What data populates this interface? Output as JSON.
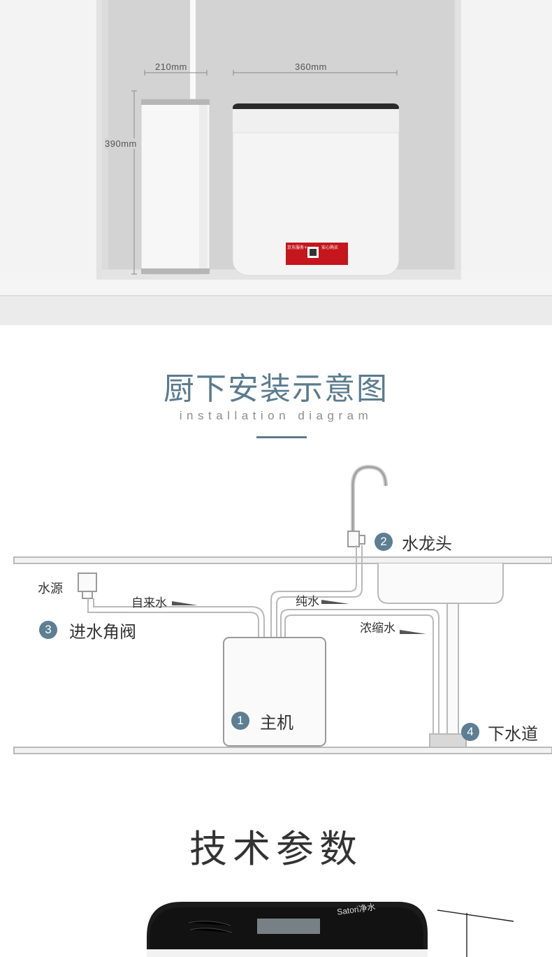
{
  "dimensions": {
    "width_label": "210mm",
    "depth_label": "360mm",
    "height_label": "390mm"
  },
  "product_sticker": {
    "brand_left": "京东服务+",
    "brand_right": "安心购买"
  },
  "heading": {
    "title_cn": "厨下安装示意图",
    "title_en": "installation diagram"
  },
  "diagram": {
    "labels": {
      "water_source": "水源",
      "tap_water": "自来水",
      "pure_water": "纯水",
      "concentrate": "浓缩水"
    },
    "components": [
      {
        "number": "1",
        "label": "主机"
      },
      {
        "number": "2",
        "label": "水龙头"
      },
      {
        "number": "3",
        "label": "进水角阀"
      },
      {
        "number": "4",
        "label": "下水道"
      }
    ]
  },
  "specs": {
    "title": "技术参数",
    "device_brand": "Satori净水"
  },
  "colors": {
    "accent": "#5d7e93",
    "title": "#5a7b8f",
    "pipe": "#b9b9b9",
    "sticker_red": "#c4161c"
  }
}
